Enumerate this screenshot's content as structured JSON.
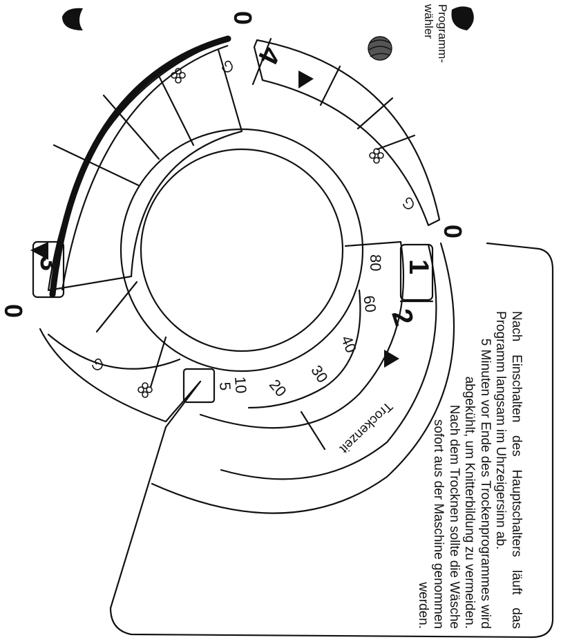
{
  "dial": {
    "zero_markers": [
      "0",
      "0",
      "0",
      "0"
    ],
    "program_numbers": [
      "1",
      "2",
      "3",
      "4"
    ],
    "temperatures": [
      "80",
      "60",
      "40",
      "30",
      "20",
      "10",
      "5"
    ],
    "dry_time_label": "Trockenzeit",
    "selector_label": [
      "Programm-",
      "wähler"
    ],
    "icons": [
      "flower-symbol",
      "spiral-symbol",
      "pointer-triangle",
      "wool-symbol"
    ]
  },
  "note": {
    "p1": "Nach Einschalten des Hauptschalters läuft das Programm langsam im Uhrzeigersinn ab.",
    "p2": "5 Minuten vor Ende des Trockenprogrammes wird abgekühlt, um Knitterbildung zu vermeiden.",
    "p3": "Nach dem Trocknen sollte die Wäsche sofort aus der Maschine genommen werden."
  }
}
